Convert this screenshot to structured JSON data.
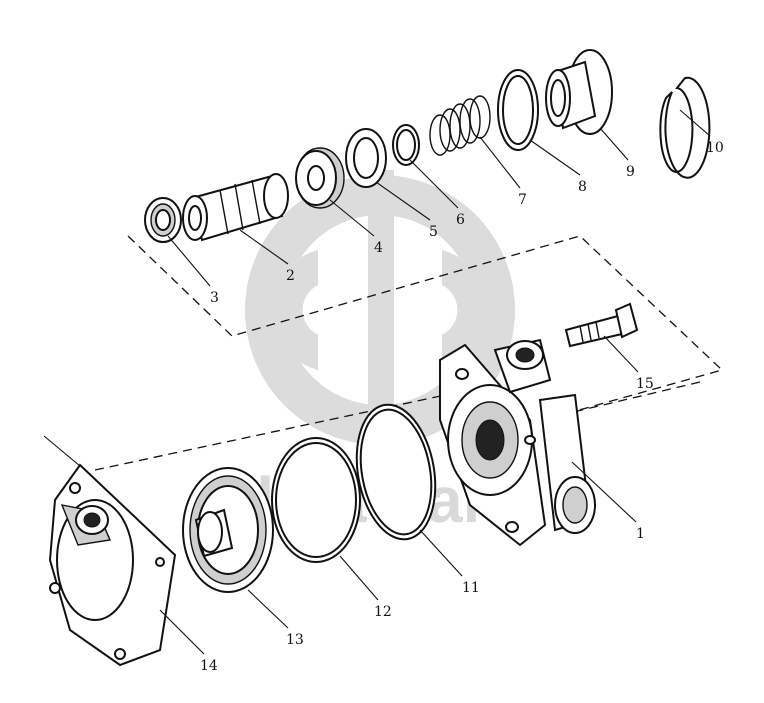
{
  "watermark": {
    "text": "data-parts"
  },
  "callouts": [
    {
      "id": "1",
      "label": "1"
    },
    {
      "id": "2",
      "label": "2"
    },
    {
      "id": "3",
      "label": "3"
    },
    {
      "id": "4",
      "label": "4"
    },
    {
      "id": "5",
      "label": "5"
    },
    {
      "id": "6",
      "label": "6"
    },
    {
      "id": "7",
      "label": "7"
    },
    {
      "id": "8",
      "label": "8"
    },
    {
      "id": "9",
      "label": "9"
    },
    {
      "id": "10",
      "label": "10"
    },
    {
      "id": "11",
      "label": "11"
    },
    {
      "id": "12",
      "label": "12"
    },
    {
      "id": "13",
      "label": "13"
    },
    {
      "id": "14",
      "label": "14"
    },
    {
      "id": "15",
      "label": "15"
    }
  ],
  "colors": {
    "line": "#111111",
    "watermark": "#d9d9d9",
    "background": "#ffffff"
  }
}
